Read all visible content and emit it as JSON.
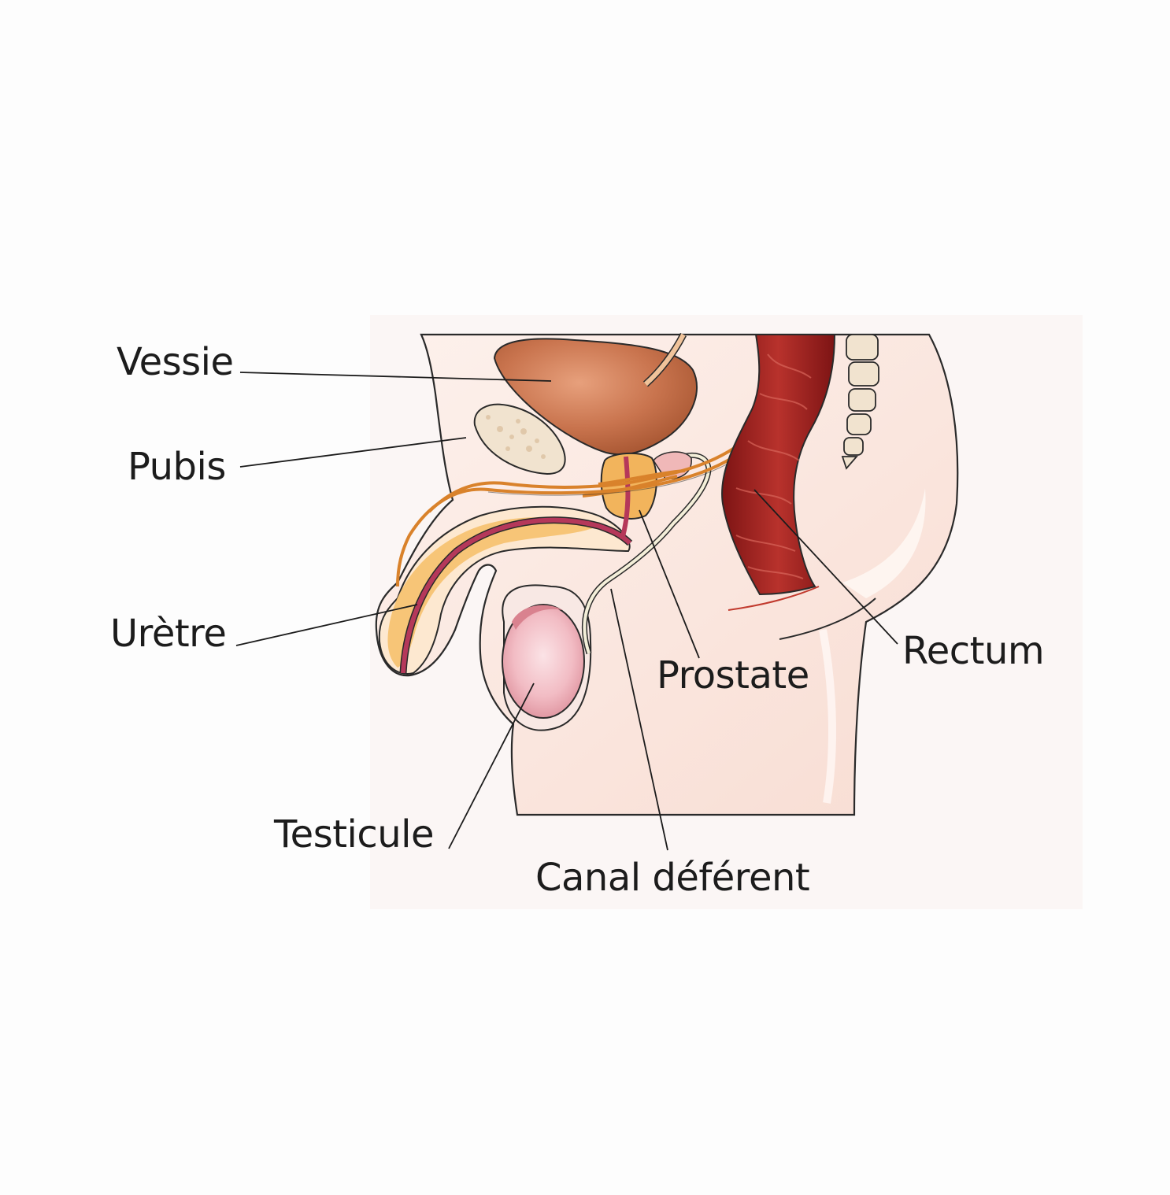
{
  "diagram": {
    "labels": {
      "vessie": "Vessie",
      "pubis": "Pubis",
      "uretre": "Urètre",
      "testicule": "Testicule",
      "canal_deferent": "Canal déférent",
      "prostate": "Prostate",
      "rectum": "Rectum"
    },
    "colors": {
      "background": "#fdfdfd",
      "panel": "#fbf7f6",
      "skin": "#fbe3da",
      "skin_light": "#fdeee8",
      "bladder": "#c9744e",
      "bone": "#f1e3cf",
      "rectum": "#9e1e1e",
      "prostate": "#f2b45c",
      "nerve": "#d9822b",
      "urethra": "#b5385a",
      "testicle": "#f0b8c0",
      "outline": "#2a2a2a"
    }
  }
}
